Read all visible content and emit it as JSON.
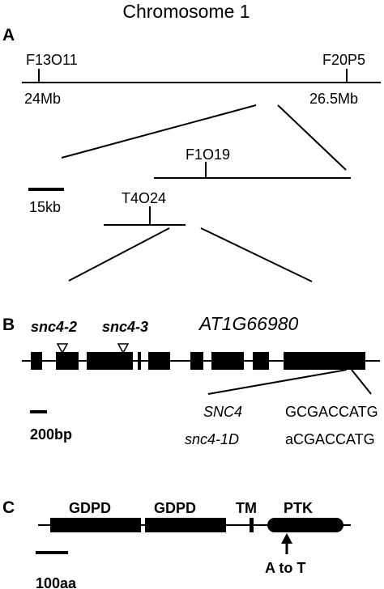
{
  "panel_a": {
    "label": "A",
    "title": "Chromosome 1",
    "markers": {
      "left": "F13O11",
      "right": "F20P5",
      "bac1": "F1O19",
      "bac2": "T4O24"
    },
    "positions": {
      "left": "24Mb",
      "right": "26.5Mb"
    },
    "scale": "15kb"
  },
  "panel_b": {
    "label": "B",
    "alleles": {
      "a2": "snc4-2",
      "a3": "snc4-3"
    },
    "gene": "AT1G66980",
    "scale": "200bp",
    "sequences": [
      {
        "name": "SNC4",
        "seq": "GCGACCATG"
      },
      {
        "name": "snc4-1D",
        "seq": "aCGACCATG"
      }
    ]
  },
  "panel_c": {
    "label": "C",
    "domains": {
      "d1": "GDPD",
      "d2": "GDPD",
      "d3": "TM",
      "d4": "PTK"
    },
    "mutation": "A to T",
    "scale": "100aa"
  }
}
